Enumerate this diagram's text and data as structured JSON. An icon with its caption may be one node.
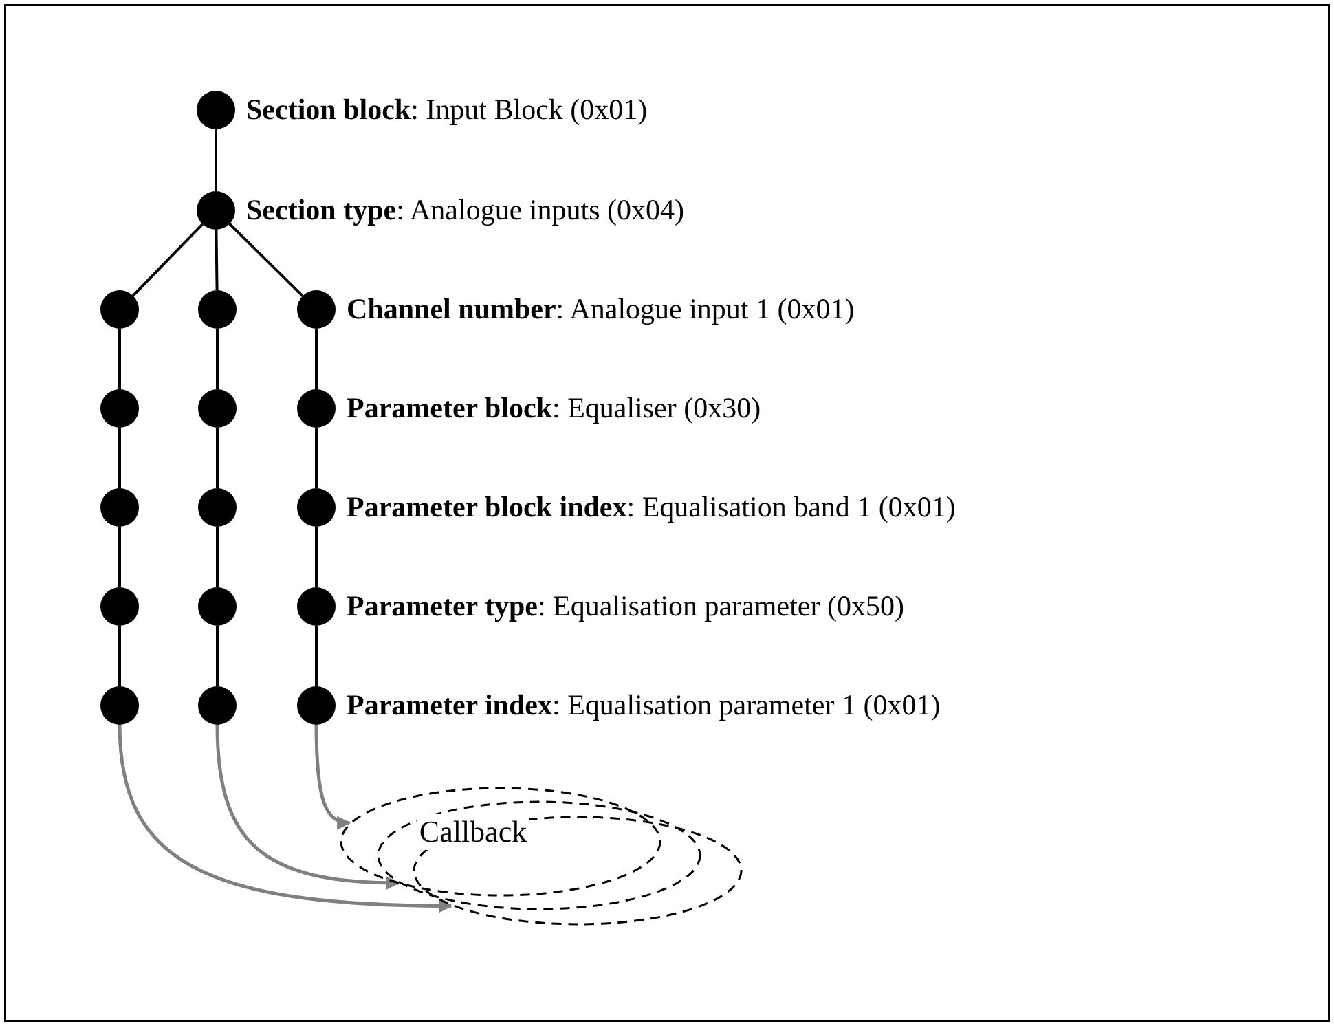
{
  "diagram": {
    "nodes": [
      {
        "text": [],
        "shape": "circle",
        "beside": [
          "**Section block**: Input Block (0x01)"
        ]
      },
      {
        "text": [],
        "shape": "circle",
        "beside": [
          "**Section type**: Analogue inputs (0x04)"
        ]
      },
      {
        "text": [],
        "shape": "circle"
      },
      {
        "text": [],
        "shape": "circle"
      },
      {
        "text": [],
        "shape": "circle",
        "beside": [
          "**Channel number**: Analogue input 1 (0x01)"
        ]
      },
      {
        "text": [],
        "shape": "circle"
      },
      {
        "text": [],
        "shape": "circle"
      },
      {
        "text": [],
        "shape": "circle",
        "beside": [
          "**Parameter block**: Equaliser (0x30)"
        ]
      },
      {
        "text": [],
        "shape": "circle"
      },
      {
        "text": [],
        "shape": "circle"
      },
      {
        "text": [],
        "shape": "circle",
        "beside": [
          "**Parameter block index**: Equalisation band 1 (0x01)"
        ]
      },
      {
        "text": [],
        "shape": "circle"
      },
      {
        "text": [],
        "shape": "circle"
      },
      {
        "text": [],
        "shape": "circle",
        "beside": [
          "**Parameter type**: Equalisation parameter (0x50)"
        ]
      },
      {
        "text": [],
        "shape": "circle"
      },
      {
        "text": [],
        "shape": "circle"
      },
      {
        "text": [],
        "shape": "circle",
        "beside": [
          "**Parameter index**: Equalisation parameter 1 (0x01)"
        ]
      },
      {
        "text": [
          "Callback"
        ]
      },
      {
        "text": [],
        "shape": "ellipse"
      },
      {
        "text": [],
        "shape": "ellipse"
      }
    ],
    "edges": [
      {
        "from": 0,
        "to": 1,
        "arrow": "none"
      },
      {
        "from": 1,
        "to": 2,
        "arrow": "none"
      },
      {
        "from": 1,
        "to": 3,
        "arrow": "none"
      },
      {
        "from": 1,
        "to": 4,
        "arrow": "none"
      },
      {
        "from": 2,
        "to": 5,
        "arrow": "none"
      },
      {
        "from": 5,
        "to": 8,
        "arrow": "none"
      },
      {
        "from": 8,
        "to": 11,
        "arrow": "none"
      },
      {
        "from": 11,
        "to": 14,
        "arrow": "none"
      },
      {
        "from": 3,
        "to": 6,
        "arrow": "none"
      },
      {
        "from": 6,
        "to": 9,
        "arrow": "none"
      },
      {
        "from": 9,
        "to": 12,
        "arrow": "none"
      },
      {
        "from": 12,
        "to": 15,
        "arrow": "none"
      },
      {
        "from": 4,
        "to": 7,
        "arrow": "none"
      },
      {
        "from": 7,
        "to": 10,
        "arrow": "none"
      },
      {
        "from": 10,
        "to": 13,
        "arrow": "none"
      },
      {
        "from": 13,
        "to": 16,
        "arrow": "none"
      },
      {
        "from": 14,
        "to": 19,
        "arrow": "to",
        "color": "#808080"
      },
      {
        "from": 15,
        "to": 18,
        "arrow": "to",
        "color": "#808080"
      },
      {
        "from": 16,
        "to": 17,
        "arrow": "to",
        "color": "#808080"
      }
    ]
  }
}
